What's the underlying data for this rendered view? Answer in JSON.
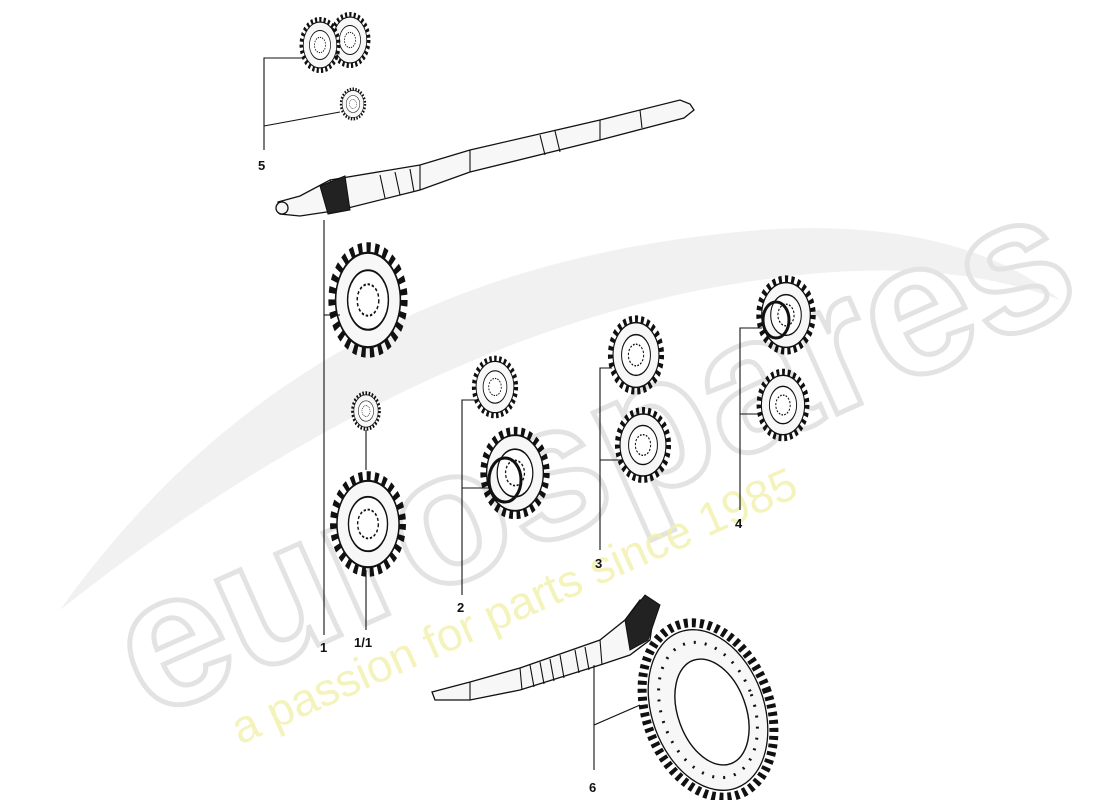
{
  "watermark": {
    "brand": "eurospares",
    "tagline": "a passion for parts since 1985",
    "swoosh_color": "#e6e6e6",
    "tagline_color": "#f3f1b0"
  },
  "callouts": [
    {
      "id": "c1",
      "label": "1"
    },
    {
      "id": "c11",
      "label": "1/1"
    },
    {
      "id": "c2",
      "label": "2"
    },
    {
      "id": "c3",
      "label": "3"
    },
    {
      "id": "c4",
      "label": "4"
    },
    {
      "id": "c5",
      "label": "5"
    },
    {
      "id": "c6",
      "label": "6"
    }
  ]
}
